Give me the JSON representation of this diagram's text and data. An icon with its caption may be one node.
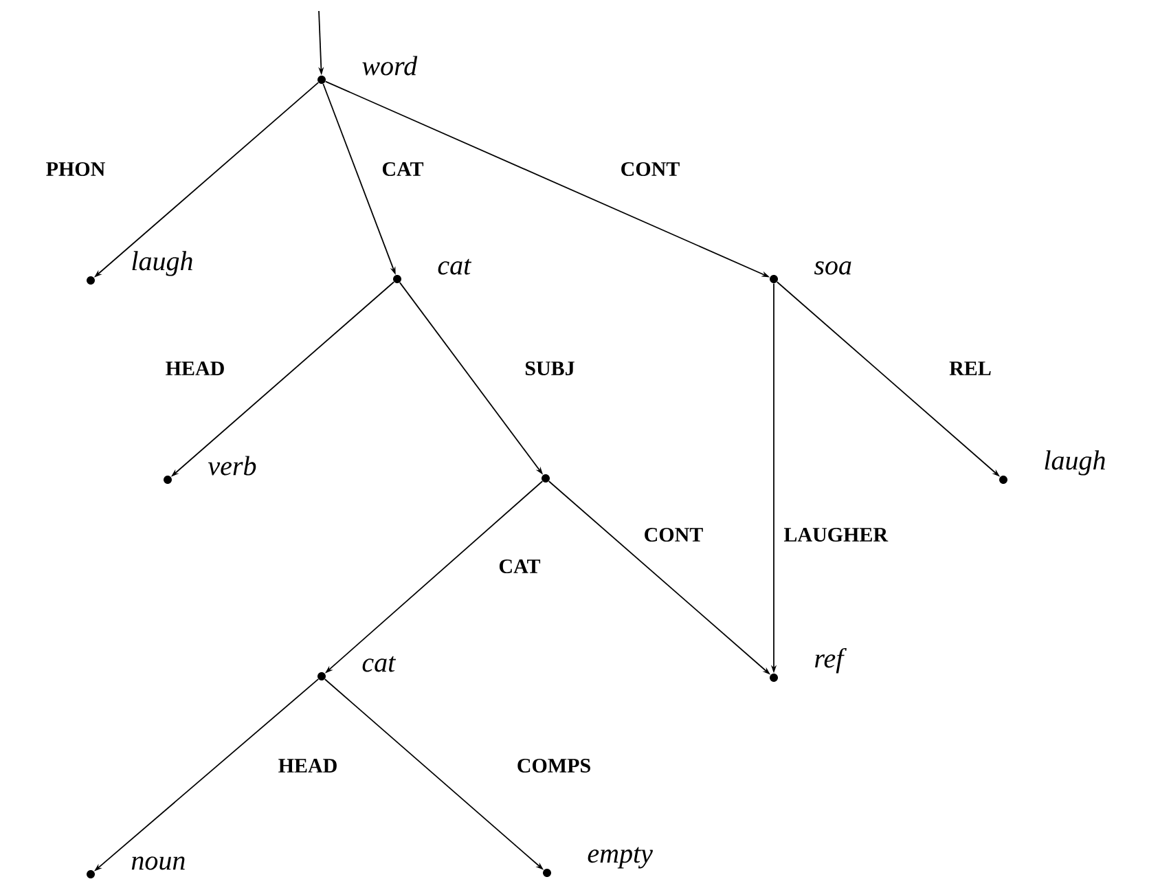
{
  "diagram": {
    "nodes": [
      {
        "text": [],
        "shape": "circle",
        "beside": [
          "word"
        ]
      },
      {
        "text": [],
        "shape": "circle",
        "beside": [
          "laugh"
        ]
      },
      {
        "text": [],
        "shape": "circle",
        "beside": [
          "cat"
        ]
      },
      {
        "text": [],
        "shape": "circle",
        "beside": [
          "soa"
        ]
      },
      {
        "text": [],
        "shape": "circle",
        "beside": [
          "verb"
        ]
      },
      {
        "text": [],
        "shape": "circle"
      },
      {
        "text": [],
        "shape": "circle",
        "beside": [
          "laugh"
        ]
      },
      {
        "text": [],
        "shape": "circle",
        "beside": [
          "cat"
        ]
      },
      {
        "text": [],
        "shape": "circle",
        "beside": [
          "ref"
        ]
      },
      {
        "text": [],
        "shape": "circle",
        "beside": [
          "noun"
        ]
      },
      {
        "text": [],
        "shape": "circle",
        "beside": [
          "empty"
        ]
      }
    ],
    "edges": [
      {
        "from": null,
        "to": 0,
        "arrow": "to"
      },
      {
        "from": 0,
        "to": 1,
        "arrow": "to",
        "label": "PHON"
      },
      {
        "from": 0,
        "to": 2,
        "arrow": "to",
        "label": "CAT"
      },
      {
        "from": 0,
        "to": 3,
        "arrow": "to",
        "label": "CONT"
      },
      {
        "from": 2,
        "to": 4,
        "arrow": "to",
        "label": "HEAD"
      },
      {
        "from": 2,
        "to": 5,
        "arrow": "to",
        "label": "SUBJ"
      },
      {
        "from": 3,
        "to": 6,
        "arrow": "to",
        "label": "REL"
      },
      {
        "from": 3,
        "to": 8,
        "arrow": "to",
        "label": "LAUGHER"
      },
      {
        "from": 5,
        "to": 7,
        "arrow": "to",
        "label": "CAT"
      },
      {
        "from": 5,
        "to": 8,
        "arrow": "to",
        "label": "CONT"
      },
      {
        "from": 7,
        "to": 9,
        "arrow": "to",
        "label": "HEAD"
      },
      {
        "from": 7,
        "to": 10,
        "arrow": "to",
        "label": "COMPS"
      }
    ]
  }
}
